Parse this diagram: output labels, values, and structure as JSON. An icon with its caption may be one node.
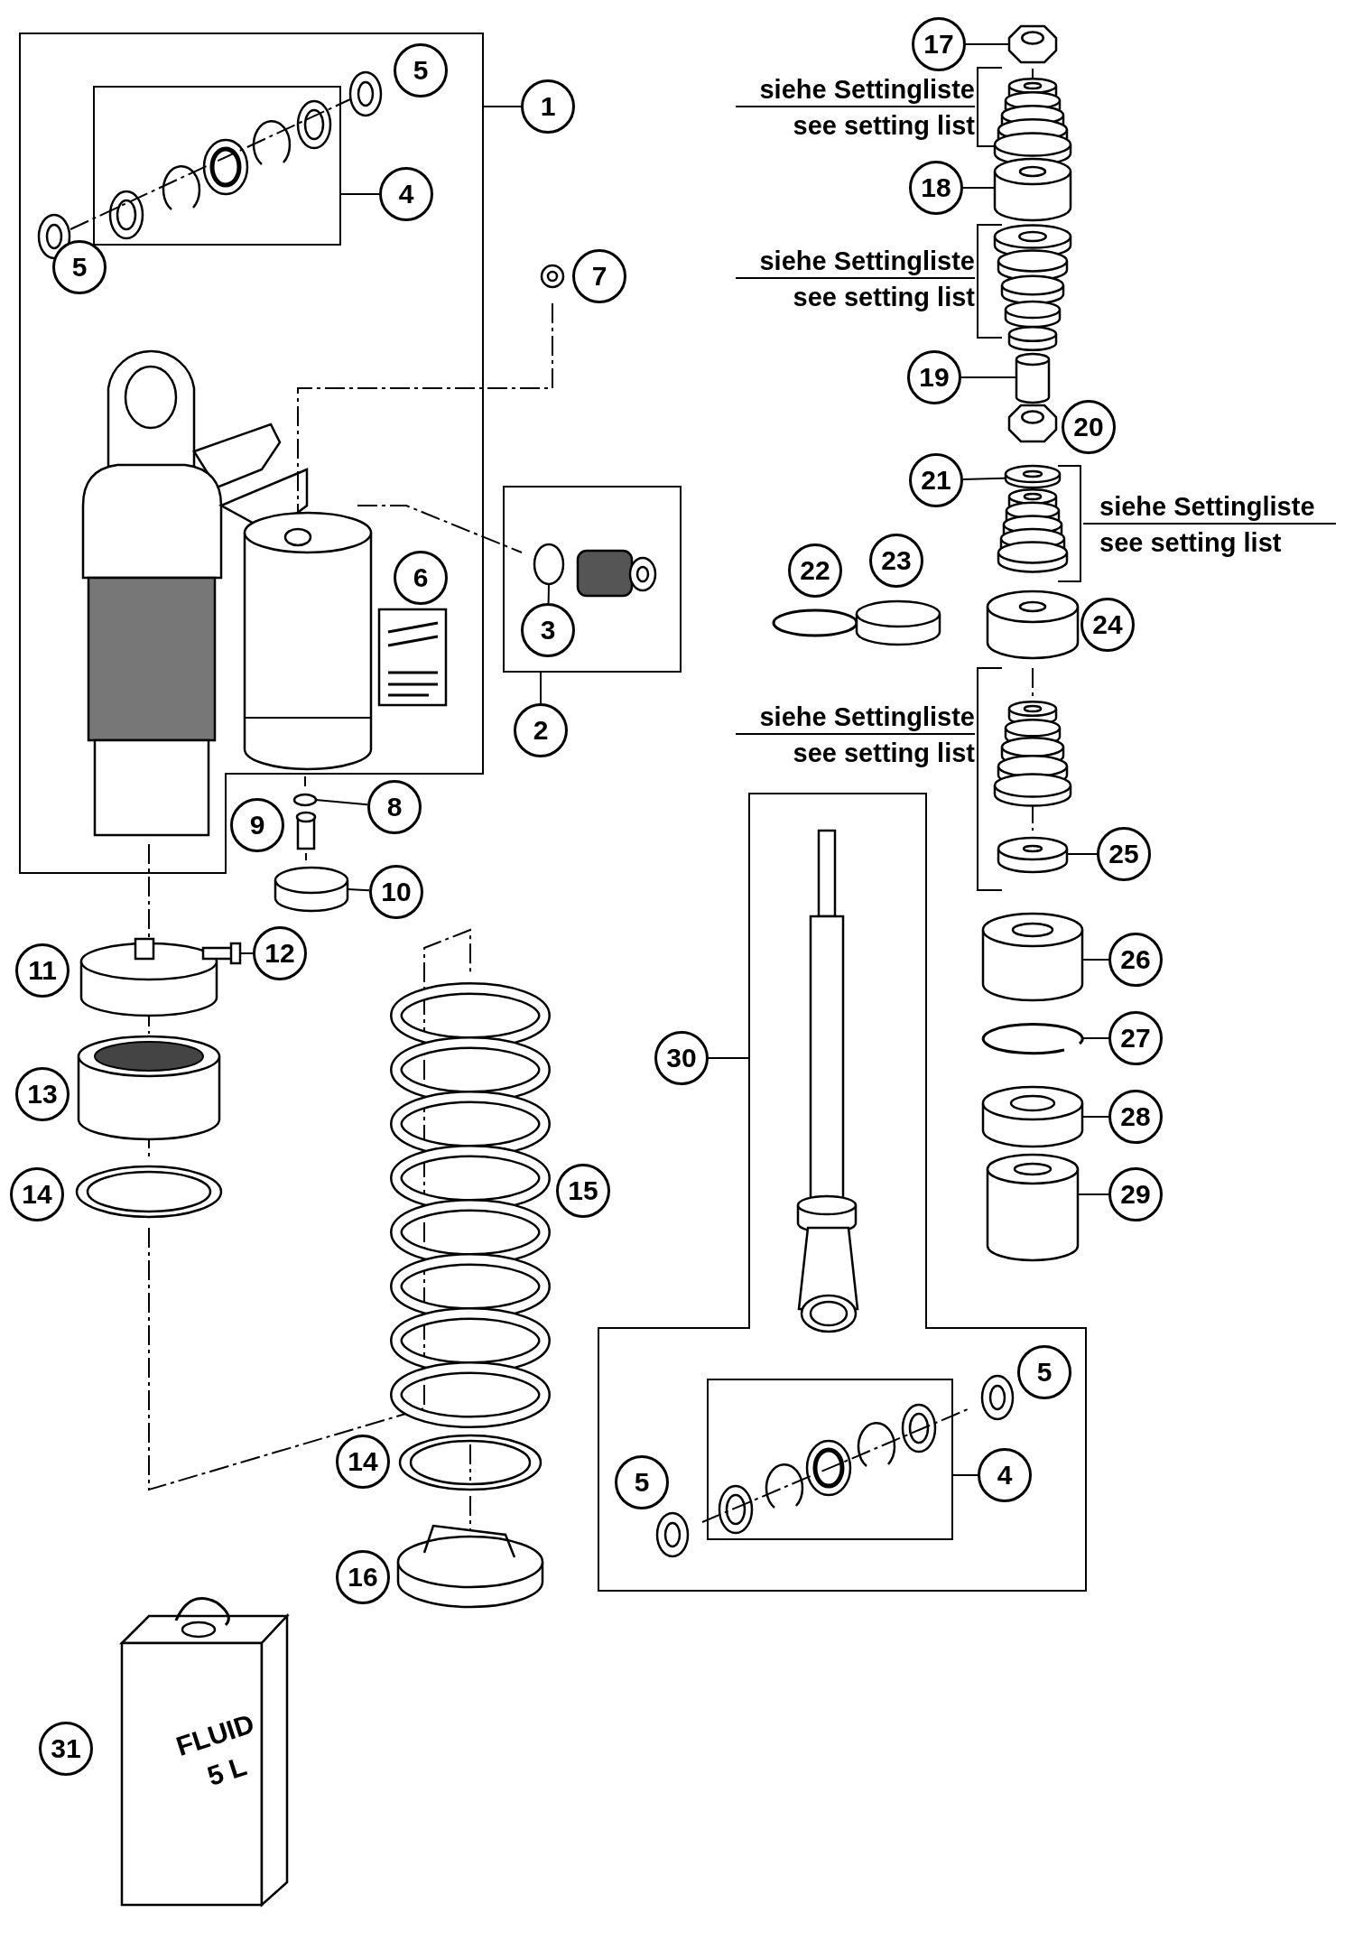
{
  "diagram": {
    "nodes": [
      {
        "text": [
          "17"
        ]
      },
      {
        "text": [
          "5"
        ],
        "in": 49
      },
      {
        "text": [
          "1"
        ]
      },
      {
        "text": [
          "18"
        ]
      },
      {
        "text": [
          "4"
        ],
        "in": 49
      },
      {
        "text": [
          "5"
        ],
        "in": 49
      },
      {
        "text": [
          "7"
        ]
      },
      {
        "text": [
          "19"
        ]
      },
      {
        "text": [
          "20"
        ]
      },
      {
        "text": [
          "21"
        ]
      },
      {
        "text": [
          "22"
        ]
      },
      {
        "text": [
          "23"
        ]
      },
      {
        "text": [
          "6"
        ],
        "in": 49
      },
      {
        "text": [
          "3"
        ],
        "in": 51
      },
      {
        "text": [
          "24"
        ]
      },
      {
        "text": [
          "2"
        ]
      },
      {
        "text": [
          "8"
        ]
      },
      {
        "text": [
          "9"
        ]
      },
      {
        "text": [
          "25"
        ]
      },
      {
        "text": [
          "10"
        ]
      },
      {
        "text": [
          "12"
        ]
      },
      {
        "text": [
          "26"
        ]
      },
      {
        "text": [
          "11"
        ]
      },
      {
        "text": [
          "27"
        ]
      },
      {
        "text": [
          "30"
        ]
      },
      {
        "text": [
          "13"
        ]
      },
      {
        "text": [
          "28"
        ]
      },
      {
        "text": [
          "15"
        ]
      },
      {
        "text": [
          "14"
        ]
      },
      {
        "text": [
          "29"
        ]
      },
      {
        "text": [
          "5"
        ],
        "in": 52
      },
      {
        "text": [
          "14"
        ]
      },
      {
        "text": [
          "4"
        ],
        "in": 52
      },
      {
        "text": [
          "5"
        ],
        "in": 52
      },
      {
        "text": [
          "16"
        ]
      },
      {
        "text": [
          "31"
        ]
      },
      {
        "text": [],
        "shape": "circle",
        "in": 51
      },
      {
        "text": [],
        "shape": "circle"
      },
      {
        "text": [],
        "shape": "cylinder"
      },
      {
        "text": [],
        "shape": "box"
      },
      {
        "text": [],
        "shape": "picture"
      },
      {
        "text": [],
        "shape": "cylinder"
      },
      {
        "text": [],
        "shape": "cylinder"
      },
      {
        "text": [],
        "shape": "picture"
      },
      {
        "text": [],
        "shape": "picture"
      },
      {
        "text": [],
        "shape": "picture"
      },
      {
        "text": [],
        "shape": "picture"
      },
      {
        "text": [],
        "shape": "picture"
      },
      {
        "text": [],
        "shape": "picture"
      },
      {
        "text": [],
        "shape": "box"
      },
      {
        "text": [],
        "shape": "box",
        "in": 49
      },
      {
        "text": [],
        "shape": "box"
      },
      {
        "text": [],
        "shape": "box"
      },
      {
        "text": [],
        "shape": "box",
        "in": 52
      }
    ],
    "edges": [
      {
        "from": 2,
        "to": 49,
        "arrow": "none"
      },
      {
        "from": 4,
        "to": 50,
        "arrow": "none"
      },
      {
        "from": 15,
        "to": 51,
        "arrow": "none"
      },
      {
        "from": 13,
        "to": 36,
        "arrow": "none"
      },
      {
        "from": 16,
        "to": 37,
        "arrow": "none"
      },
      {
        "from": 19,
        "to": 38,
        "arrow": "none"
      },
      {
        "from": 20,
        "to": 39,
        "arrow": "none"
      },
      {
        "from": 0,
        "to": 40,
        "arrow": "none"
      },
      {
        "from": 3,
        "to": 41,
        "arrow": "none"
      },
      {
        "from": 7,
        "to": 42,
        "arrow": "none"
      },
      {
        "from": 9,
        "to": 43,
        "arrow": "none"
      },
      {
        "from": 18,
        "to": 44,
        "arrow": "none"
      },
      {
        "from": 21,
        "to": 45,
        "arrow": "none"
      },
      {
        "from": 23,
        "to": 46,
        "arrow": "none"
      },
      {
        "from": 26,
        "to": 47,
        "arrow": "none"
      },
      {
        "from": 29,
        "to": 48,
        "arrow": "none"
      },
      {
        "from": 24,
        "to": 52,
        "arrow": "none"
      },
      {
        "from": 32,
        "to": 53,
        "arrow": "none"
      }
    ],
    "labels": [
      "siehe Settingliste",
      "see setting list",
      "siehe Settingliste",
      "see setting list",
      "siehe Settingliste",
      "see setting list",
      "siehe Settingliste",
      "see setting list",
      "FLUID 5 L"
    ]
  }
}
